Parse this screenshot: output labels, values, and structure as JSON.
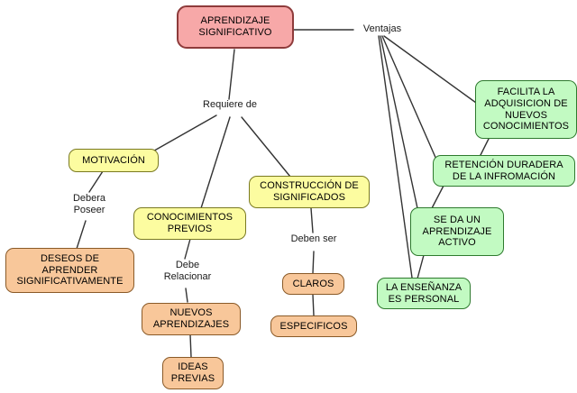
{
  "diagram": {
    "title": "Mapa conceptual: Aprendizaje Significativo",
    "type": "concept-map",
    "colors": {
      "root_fill": "#F7A8A8",
      "root_stroke": "#8E3B3B",
      "yellow_fill": "#FCFCA0",
      "yellow_stroke": "#7A7A22",
      "orange_fill": "#F8C79A",
      "orange_stroke": "#8A5A28",
      "green_fill": "#C2FAC2",
      "green_stroke": "#2E7A2E",
      "edge_stroke": "#333333",
      "background": "#FFFFFF"
    },
    "nodes": {
      "root": "APRENDIZAJE\nSIGNIFICATIVO",
      "motivacion": "MOTIVACIÓN",
      "deseos": "DESEOS DE\nAPRENDER\nSIGNIFICATIVAMENTE",
      "conocimientos_previos": "CONOCIMIENTOS\nPREVIOS",
      "nuevos_aprendizajes": "NUEVOS\nAPRENDIZAJES",
      "ideas_previas": "IDEAS\nPREVIAS",
      "construccion": "CONSTRUCCIÓN DE\nSIGNIFICADOS",
      "claros": "CLAROS",
      "especificos": "ESPECIFICOS",
      "facilita": "FACILITA LA\nADQUISICION DE\nNUEVOS\nCONOCIMIENTOS",
      "retencion": "RETENCIÓN DURADERA\nDE LA INFROMACIÓN",
      "aprendizaje_activo": "SE DA UN\nAPRENDIZAJE\nACTIVO",
      "ensenanza": "LA ENSEÑANZA\nES PERSONAL"
    },
    "edge_labels": {
      "ventajas": "Ventajas",
      "requiere_de": "Requiere de",
      "debera_poseer": "Debera\nPoseer",
      "debe_relacionar": "Debe\nRelacionar",
      "deben_ser": "Deben ser"
    }
  }
}
